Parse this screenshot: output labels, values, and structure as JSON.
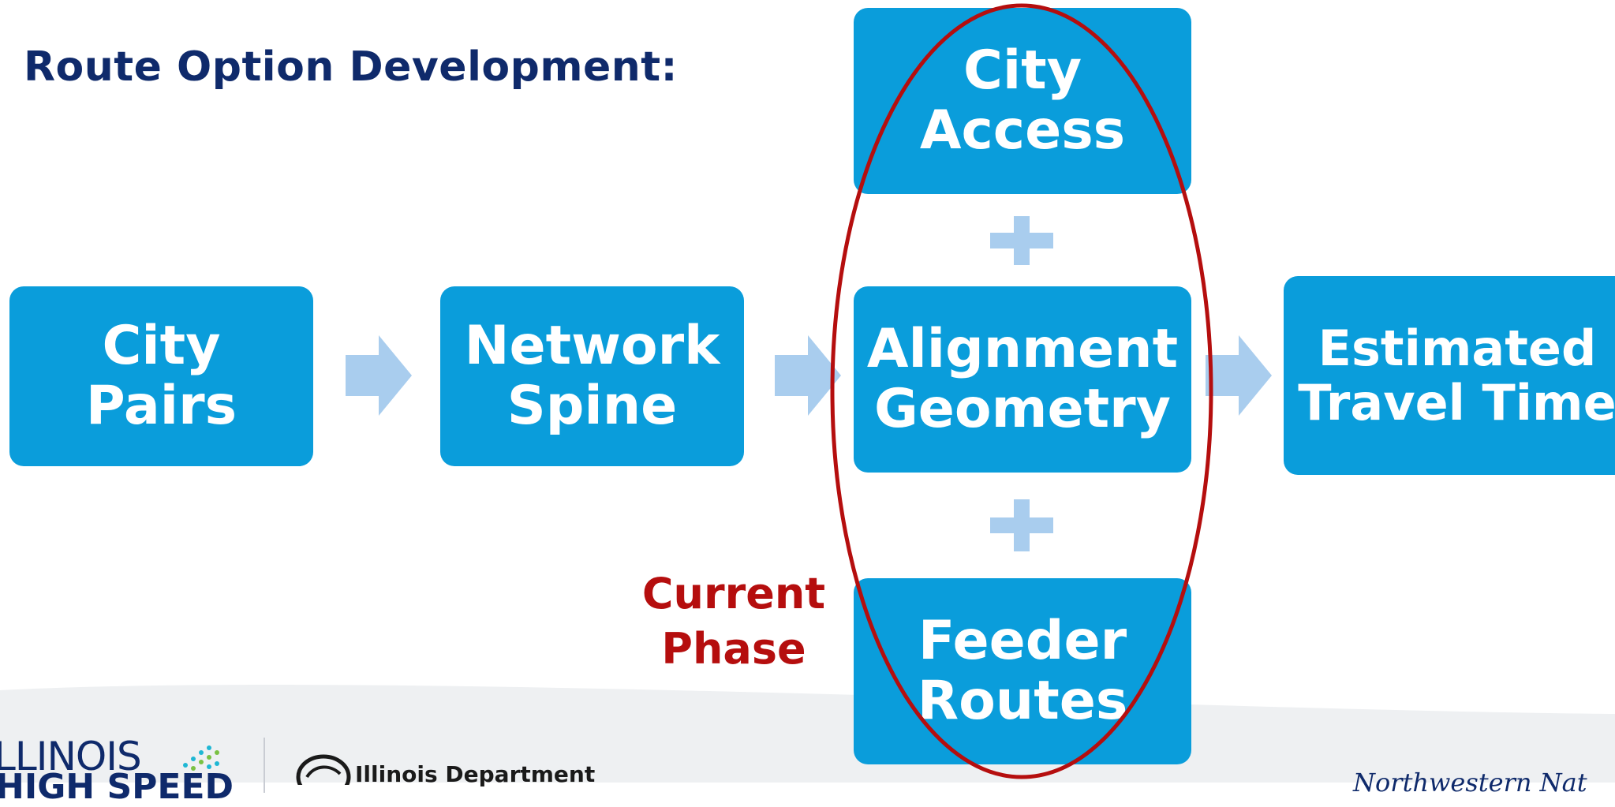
{
  "heading": "Route Option Development:",
  "boxes": {
    "city_pairs": "City\nPairs",
    "network_spine": "Network\nSpine",
    "city_access": "City\nAccess",
    "alignment_geometry": "Alignment\nGeometry",
    "feeder_routes": "Feeder\nRoutes",
    "estimated_travel_time": "Estimated\nTravel Time"
  },
  "phase_label": "Current\nPhase",
  "logos": {
    "hsr_line1": "LLINOIS",
    "hsr_line2": "HIGH SPEED",
    "idot_text": "Illinois Department"
  },
  "tagline": "Northwestern Nat",
  "colors": {
    "box_fill": "#0a9ddb",
    "arrow_fill": "#a9cdee",
    "oval_stroke": "#b50e0e",
    "heading": "#0f2a6b",
    "phase_label": "#b50e0e"
  }
}
